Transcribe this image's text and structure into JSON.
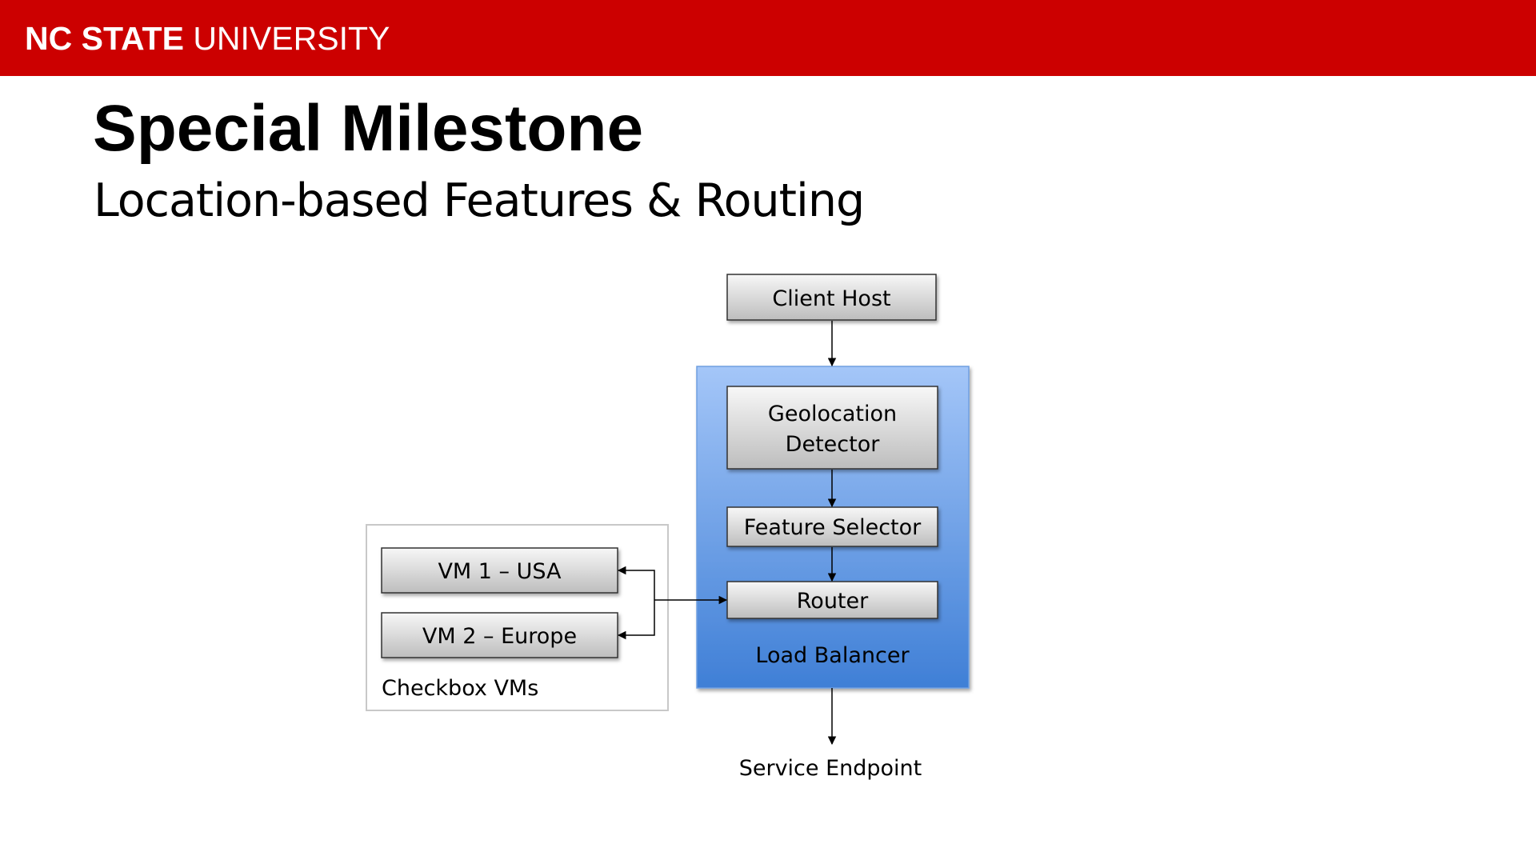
{
  "header": {
    "brand_bold": "NC STATE",
    "brand_light": "UNIVERSITY",
    "color": "#cc0000"
  },
  "slide": {
    "title": "Special Milestone",
    "subtitle": "Location-based Features & Routing"
  },
  "diagram": {
    "client_host": "Client Host",
    "geolocation_line1": "Geolocation",
    "geolocation_line2": "Detector",
    "feature_selector": "Feature Selector",
    "router": "Router",
    "load_balancer": "Load Balancer",
    "vm1": "VM 1 – USA",
    "vm2": "VM 2 – Europe",
    "checkbox_vms": "Checkbox VMs",
    "service_endpoint": "Service Endpoint",
    "colors": {
      "load_balancer_top": "#a4c6f8",
      "load_balancer_bottom": "#3f7fd6",
      "box_top": "#f7f7f7",
      "box_bottom": "#bdbdbd"
    }
  }
}
